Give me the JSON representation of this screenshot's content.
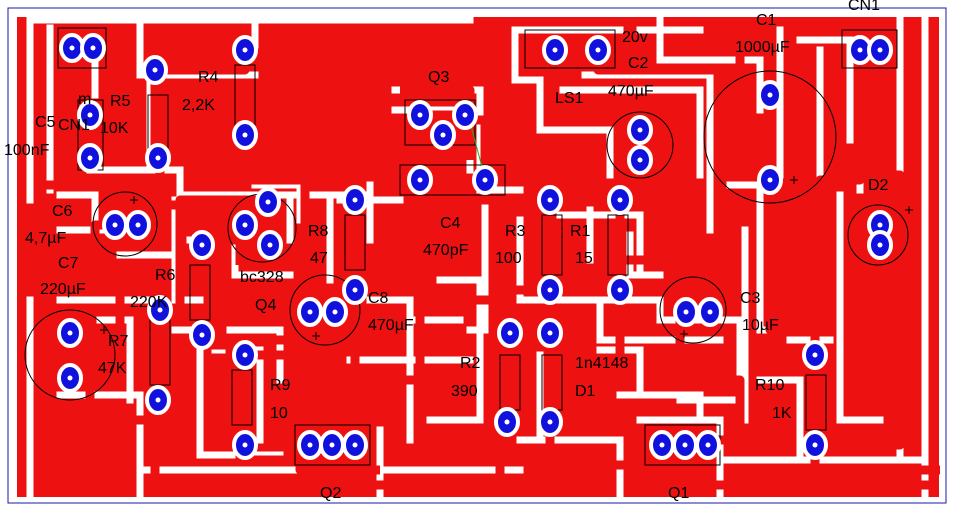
{
  "colors": {
    "copper": "#ee1111",
    "trace_gap": "#ffffff",
    "pad": "#1111dd",
    "silk": "#000000",
    "board_outline": "#1a1aaa",
    "page": "#ffffff"
  },
  "labels": {
    "cn_top": "CN1",
    "c1": "C1",
    "c1_val": "1000µF",
    "v20": "20v",
    "c2": "C2",
    "c2_val": "470µF",
    "q3": "Q3",
    "ls1": "LS1",
    "r4": "R4",
    "r4_val": "2,2K",
    "r5": "R5",
    "r5_val": "10K",
    "cn_left": "CN1",
    "pin_mark": "m",
    "c5": "C5",
    "c5_val": "100nF",
    "c6": "C6",
    "c6_val": "4,7µF",
    "c7": "C7",
    "c7_val": "220µF",
    "r8": "R8",
    "r8_val": "47",
    "c4": "C4",
    "c4_val": "470pF",
    "r3": "R3",
    "r3_val": "100",
    "r1": "R1",
    "r1_val": "15",
    "d2": "D2",
    "bc328": "bc328",
    "r6": "R6",
    "r6_val": "220K",
    "q4": "Q4",
    "c8": "C8",
    "c8_val": "470µF",
    "c3": "C3",
    "c3_val": "10µF",
    "r7": "R7",
    "r7_val": "47K",
    "r2": "R2",
    "r2_val": "390",
    "d1_val": "1n4148",
    "d1": "D1",
    "r9": "R9",
    "r9_val": "10",
    "r10": "R10",
    "r10_val": "1K",
    "q2": "Q2",
    "q1": "Q1"
  }
}
